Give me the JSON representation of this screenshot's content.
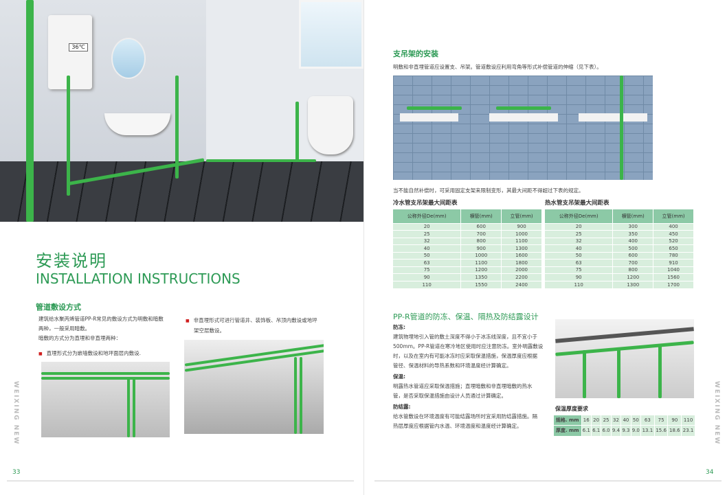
{
  "left_page": {
    "title_cn": "安装说明",
    "title_en": "INSTALLATION INSTRUCTIONS",
    "section_heading": "管道敷设方式",
    "intro": [
      "建筑给水聚丙烯管道PP-R常见的敷设方式为明敷和暗敷",
      "两种，一般采用暗敷。",
      "暗敷的方式分为直埋和非直埋两种："
    ],
    "bullet_direct": "直埋形式分为嵌墙敷设和地坪面层内敷设.",
    "bullet_indirect": [
      "非直埋形式可进行管道井、装饰板、吊顶内敷设或地坪",
      "架空层敷设。"
    ],
    "heater_display": "36℃",
    "brand_vertical": "WEIXING NEW",
    "page_number": "33"
  },
  "right_page": {
    "bracket_heading": "支吊架的安装",
    "bracket_text": "明敷和非直埋管道应设置支、吊架。管道敷设应利用弯角等形式补偿管道的伸缩（见下表）。",
    "bracket_note": "当不能自然补偿时，可采用固定支架来限制变形，其最大间距不得超过下表的规定。",
    "cold_table": {
      "title": "冷水管支吊架最大间距表",
      "headers": [
        "公称外径De(mm)",
        "横管(mm)",
        "立管(mm)"
      ],
      "rows": [
        [
          "20",
          "600",
          "900"
        ],
        [
          "25",
          "700",
          "1000"
        ],
        [
          "32",
          "800",
          "1100"
        ],
        [
          "40",
          "900",
          "1300"
        ],
        [
          "50",
          "1000",
          "1600"
        ],
        [
          "63",
          "1100",
          "1800"
        ],
        [
          "75",
          "1200",
          "2000"
        ],
        [
          "90",
          "1350",
          "2200"
        ],
        [
          "110",
          "1550",
          "2400"
        ]
      ]
    },
    "hot_table": {
      "title": "热水管支吊架最大间距表",
      "headers": [
        "公称外径De(mm)",
        "横管(mm)",
        "立管(mm)"
      ],
      "rows": [
        [
          "20",
          "300",
          "400"
        ],
        [
          "25",
          "350",
          "450"
        ],
        [
          "32",
          "400",
          "520"
        ],
        [
          "40",
          "500",
          "650"
        ],
        [
          "50",
          "600",
          "780"
        ],
        [
          "63",
          "700",
          "910"
        ],
        [
          "75",
          "800",
          "1040"
        ],
        [
          "90",
          "1200",
          "1560"
        ],
        [
          "110",
          "1300",
          "1700"
        ]
      ]
    },
    "design_heading": "PP-R管道的防冻、保温、隔热及防结露设计",
    "antifreeze": {
      "label": "防冻:",
      "lines": [
        "建筑物埋地引入管的敷土深度不得小于冰冻线深度，且不宜小于",
        "500mm。PP-R管道在寒冷地区使用时应注意防冻。室外明露敷设",
        "时，以及在室内有可能冰冻时应采取保温措施，保温厚度应根据",
        "管径、保温材料的导热系数和环境温度经计算确定。"
      ]
    },
    "insulation": {
      "label": "保温:",
      "lines": [
        "明露热水管道应采取保温措施；直埋暗敷和非直埋暗敷的热水",
        "管，是否采取保温措施由设计人员通过计算确定。"
      ]
    },
    "anticondensation": {
      "label": "防结露:",
      "lines": [
        "给水管敷设在环境温度有可能结露场所时宜采用防结露措施。隔",
        "热层厚度应根据管内水温、环境温度和温度经计算确定。"
      ]
    },
    "thickness_table": {
      "title": "保温厚度要求",
      "row1": [
        "规格. mm",
        "16",
        "20",
        "25",
        "32",
        "40",
        "50",
        "63",
        "75",
        "90",
        "110"
      ],
      "row2": [
        "厚度. mm",
        "6.1",
        "6.1",
        "6.0",
        "9.4",
        "9.3",
        "9.0",
        "13.1",
        "15.6",
        "18.6",
        "23.1"
      ]
    },
    "brand_vertical": "WEIXING NEW",
    "page_number": "34"
  },
  "colors": {
    "accent": "#2d9a55",
    "table_header": "#8cc9a6",
    "table_row": "#d8eedd",
    "brick": "#8aa3bf"
  }
}
